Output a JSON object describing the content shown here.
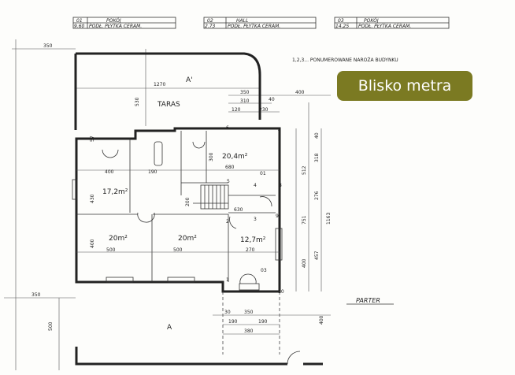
{
  "legend_tables": [
    {
      "no": "01",
      "name": "POKÓJ",
      "area": "9.60",
      "floor": "PODŁ. PŁYTKA CERAM."
    },
    {
      "no": "02",
      "name": "HALL",
      "area": "2.73",
      "floor": "PODŁ. PŁYTKA CERAM."
    },
    {
      "no": "03",
      "name": "POKÓJ",
      "area": "14.25",
      "floor": "PODŁ. PŁYTKA CERAM."
    }
  ],
  "note": "1,2,3... PONUMEROWANE NAROŻA BUDYNKU",
  "badge": "Blisko metra",
  "badge_color": "#7b7a22",
  "labels": {
    "taras": "TARAS",
    "parter": "PARTER",
    "section_a": "A",
    "section_a_prime": "A'"
  },
  "rooms": [
    {
      "area": "20,4m²",
      "tag": "01"
    },
    {
      "area": "17,2m²"
    },
    {
      "area": "20m²"
    },
    {
      "area": "20m²"
    },
    {
      "area": "12,7m²",
      "tag": "03"
    }
  ],
  "corners": [
    "1",
    "2",
    "3",
    "4",
    "5",
    "6",
    "7",
    "8",
    "9",
    "10"
  ],
  "dimensions": {
    "top_left": "350",
    "terrace_w": "1270",
    "terrace_h": "530",
    "right_top": "400",
    "d350": "350",
    "d310": "310",
    "d40": "40",
    "d120": "120",
    "d230": "230",
    "r57": "57",
    "r400a": "400",
    "r300": "300",
    "r680": "680",
    "r190": "190",
    "r430": "430",
    "r200": "200",
    "r630": "630",
    "r400b": "400",
    "r500a": "500",
    "r500b": "500",
    "r270": "270",
    "v40": "40",
    "v318": "318",
    "v512": "512",
    "v276": "276",
    "v751": "751",
    "v1163": "1163",
    "v400": "400",
    "v457": "457",
    "b350": "350",
    "b500": "500",
    "b30": "30",
    "b350b": "350",
    "b190a": "190",
    "b190b": "190",
    "b380": "380",
    "b400": "400"
  }
}
